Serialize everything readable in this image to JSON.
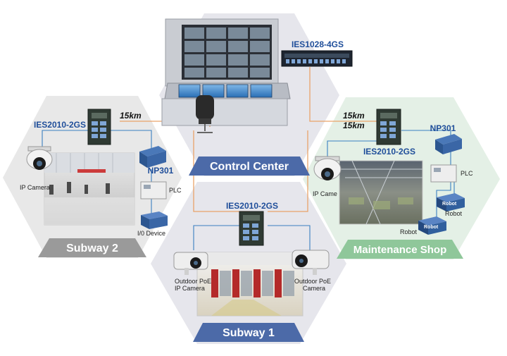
{
  "zones": {
    "control_center": "Control Center",
    "subway2": "Subway 2",
    "subway1": "Subway 1",
    "maintenance": "Maintenance Shop"
  },
  "devices": {
    "core_switch": "IES1028-4GS",
    "switch_left": "IES2010-2GS",
    "switch_right": "IES2010-2GS",
    "switch_center": "IES2010-2GS",
    "np_left": "NP301",
    "np_right": "NP301"
  },
  "links": {
    "left_km": "15km",
    "right_km_1": "15km",
    "right_km_2": "15km"
  },
  "labels": {
    "ip_camera_left": "IP Camera",
    "ip_camera_right": "IP Came",
    "plc_left": "PLC",
    "plc_right": "PLC",
    "io_device": "I/0 Device",
    "robot_1": "Robot",
    "robot_2": "Robot",
    "robot_box": "Robot",
    "poe_left_1": "Outdoor PoE",
    "poe_left_2": "IP Camera",
    "poe_right_1": "Outdoor PoE",
    "poe_right_2": "Camera"
  },
  "colors": {
    "hex_bg": "#e5e5ea",
    "banner_blue": "#4c6aa8",
    "banner_gray": "#9a9a9a",
    "banner_green": "#8fc79a",
    "fiber": "#e9a36a",
    "ethernet": "#3a7fc1"
  }
}
